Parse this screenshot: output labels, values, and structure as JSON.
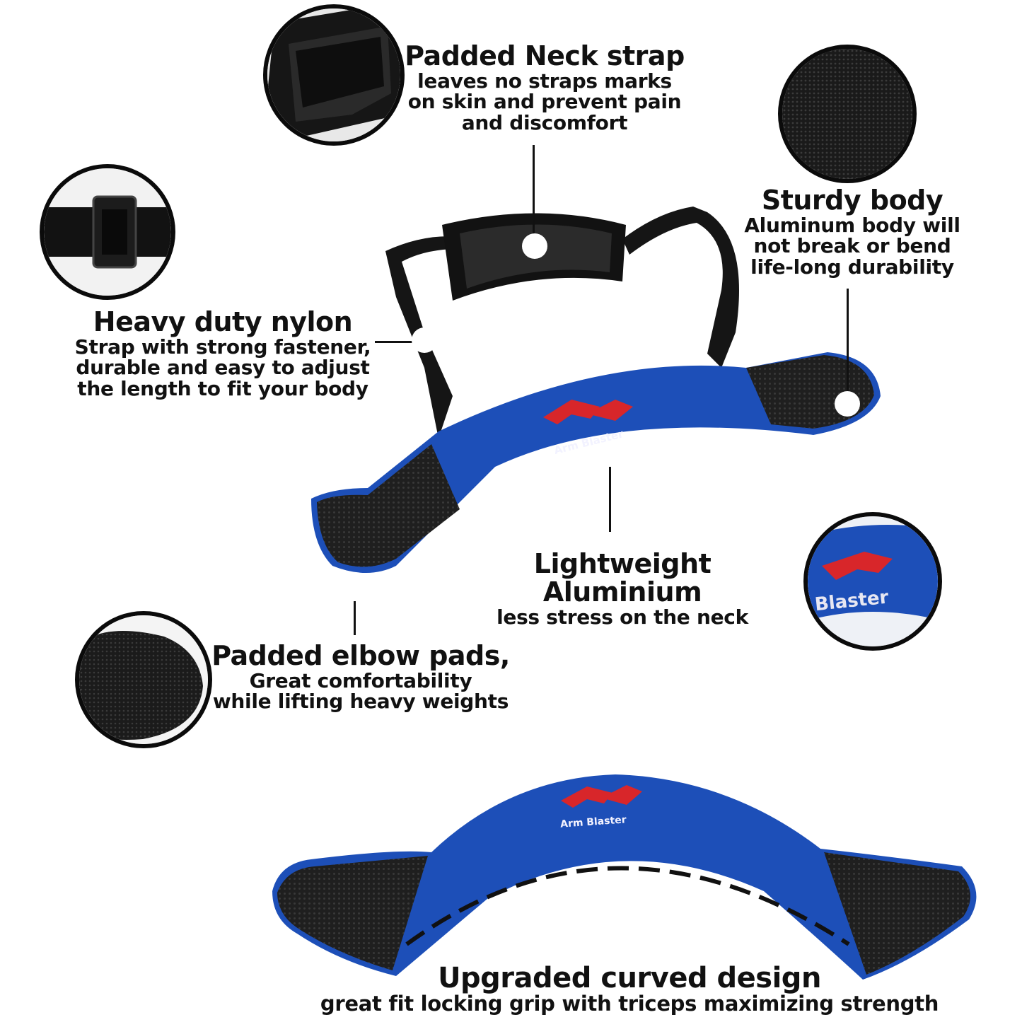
{
  "callouts": {
    "neck_strap": {
      "title": "Padded Neck strap",
      "lines": [
        "leaves no straps marks",
        "on skin and prevent pain",
        "and discomfort"
      ]
    },
    "sturdy_body": {
      "title": "Sturdy body",
      "lines": [
        "Aluminum body will",
        "not break or bend",
        "life-long durability"
      ]
    },
    "nylon": {
      "title": "Heavy duty nylon",
      "lines": [
        "Strap with strong fastener,",
        "durable and easy to adjust",
        "the length to fit your body"
      ]
    },
    "aluminium": {
      "title": "Lightweight Aluminium",
      "lines": [
        "less stress on the neck"
      ]
    },
    "elbow_pads": {
      "title": "Padded elbow pads,",
      "lines": [
        "Great comfortability",
        "while lifting heavy weights"
      ]
    },
    "curved": {
      "title": "Upgraded curved design",
      "lines": [
        "great fit locking grip with triceps maximizing strength"
      ]
    }
  },
  "brand": {
    "name": "Arm Blaster",
    "zoom_text": "Blaster"
  },
  "colors": {
    "product_blue": "#1d4fb8",
    "pad_black": "#1f1f1f",
    "logo_red": "#d8262a"
  }
}
